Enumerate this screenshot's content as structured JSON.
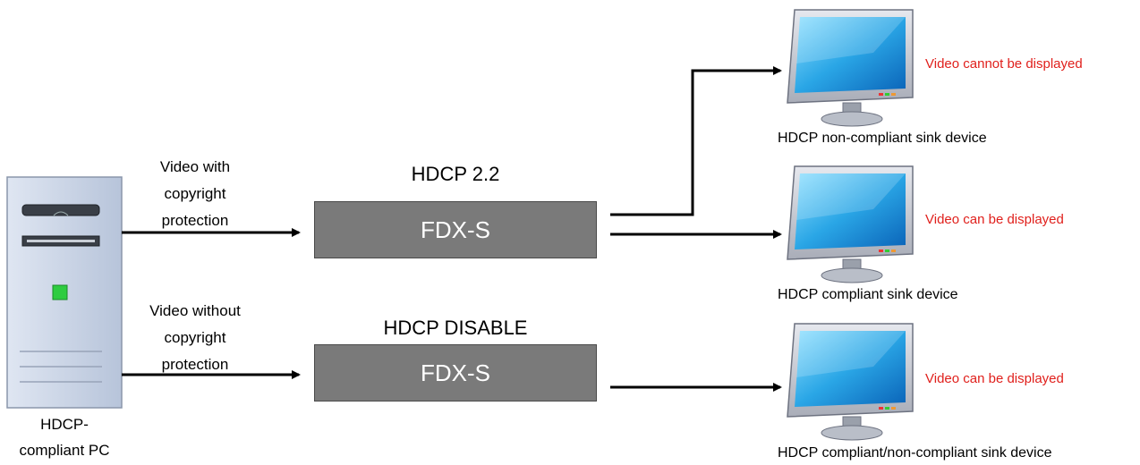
{
  "pc": {
    "label": "HDCP-\ncompliant PC"
  },
  "inputs": [
    {
      "label": "Video with\ncopyright\nprotection"
    },
    {
      "label": "Video without\ncopyright\nprotection"
    }
  ],
  "converters": [
    {
      "title": "HDCP 2.2",
      "label": "FDX-S"
    },
    {
      "title": "HDCP DISABLE",
      "label": "FDX-S"
    }
  ],
  "sinks": [
    {
      "status": "Video cannot be displayed",
      "caption": "HDCP non-compliant sink device"
    },
    {
      "status": "Video can be displayed",
      "caption": "HDCP compliant sink device"
    },
    {
      "status": "Video can be displayed",
      "caption": "HDCP compliant/non-compliant sink device"
    }
  ],
  "colors": {
    "status_text": "#e0201c",
    "box_fill": "#7a7a7a",
    "pc_body": "#c9d4e6"
  }
}
